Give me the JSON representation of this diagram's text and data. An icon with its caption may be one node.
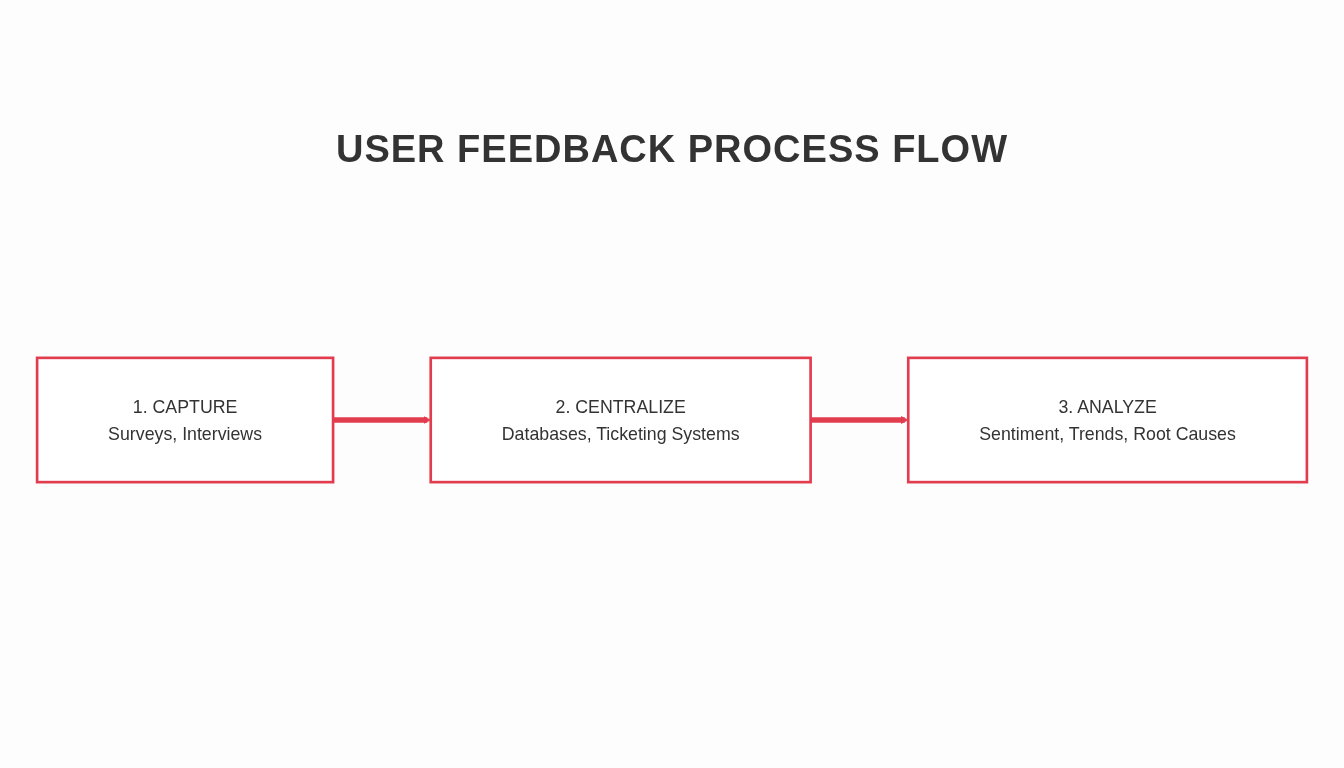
{
  "diagram": {
    "title": "USER FEEDBACK PROCESS FLOW",
    "nodes": [
      {
        "text": [
          "1. CAPTURE",
          "Surveys, Interviews"
        ]
      },
      {
        "text": [
          "2. CENTRALIZE",
          "Databases, Ticketing Systems"
        ]
      },
      {
        "text": [
          "3. ANALYZE",
          "Sentiment, Trends, Root Causes"
        ]
      }
    ],
    "edges": [
      {
        "from": 0,
        "to": 1,
        "arrow": "to"
      },
      {
        "from": 1,
        "to": 2,
        "arrow": "to"
      }
    ]
  }
}
